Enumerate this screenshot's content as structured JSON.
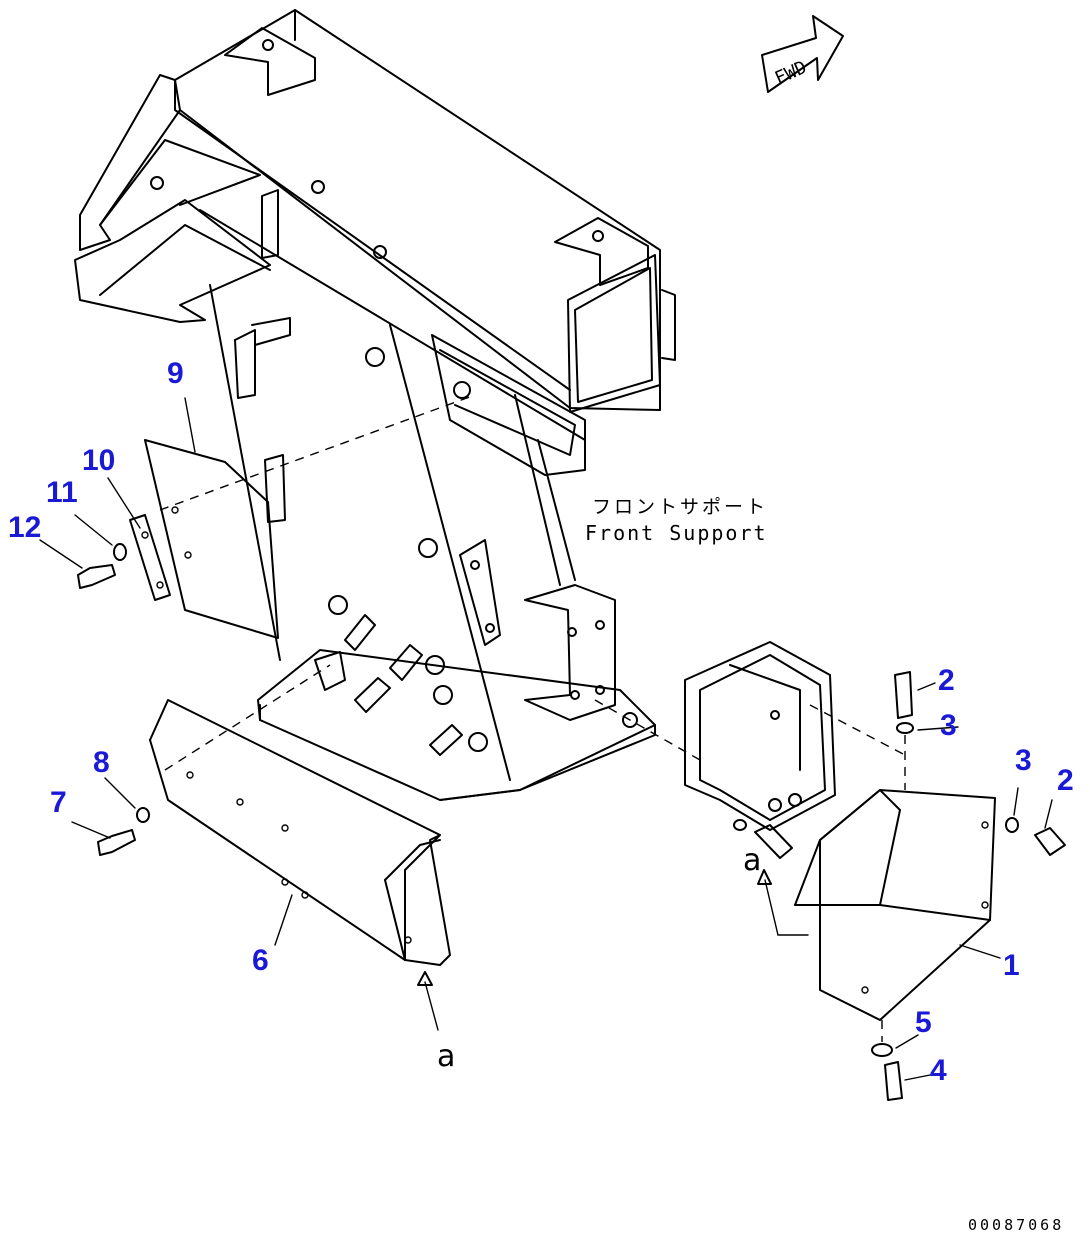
{
  "labels": {
    "jp_name": "フロントサポート",
    "en_name": "Front Support",
    "fwd": "FWD",
    "ref_a_left": "a",
    "ref_a_right": "a",
    "drawing_code": "00087068"
  },
  "callouts": [
    {
      "id": "c1",
      "text": "1"
    },
    {
      "id": "c2a",
      "text": "2"
    },
    {
      "id": "c2b",
      "text": "2"
    },
    {
      "id": "c3a",
      "text": "3"
    },
    {
      "id": "c3b",
      "text": "3"
    },
    {
      "id": "c4",
      "text": "4"
    },
    {
      "id": "c5",
      "text": "5"
    },
    {
      "id": "c6",
      "text": "6"
    },
    {
      "id": "c7",
      "text": "7"
    },
    {
      "id": "c8",
      "text": "8"
    },
    {
      "id": "c9",
      "text": "9"
    },
    {
      "id": "c10",
      "text": "10"
    },
    {
      "id": "c11",
      "text": "11"
    },
    {
      "id": "c12",
      "text": "12"
    }
  ]
}
